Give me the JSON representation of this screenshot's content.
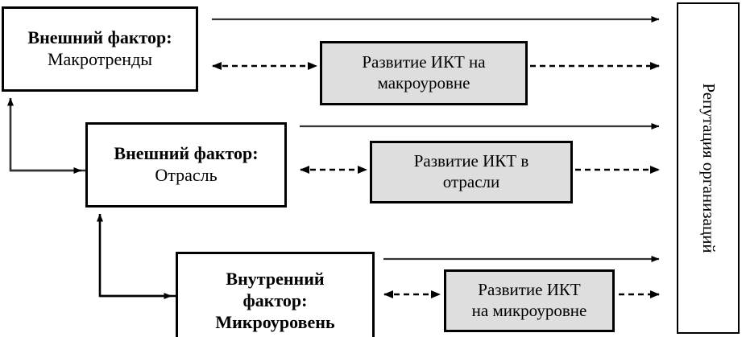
{
  "diagram": {
    "title_absent": true,
    "background_color": "#ffffff",
    "line_color": "#000000",
    "ict_box_fill": "#dedede",
    "factor_box_fill": "#ffffff",
    "nodes": {
      "factor_macro": {
        "line1": "Внешний фактор:",
        "line2": "Макротренды"
      },
      "factor_industry": {
        "line1": "Внешний фактор:",
        "line2": "Отрасль"
      },
      "factor_internal": {
        "line1": "Внутренний",
        "line2": "фактор:",
        "line3": "Микроуровень"
      },
      "ict_macro": {
        "line1": "Развитие ИКТ на",
        "line2": "макроуровне"
      },
      "ict_industry": {
        "line1": "Развитие ИКТ в",
        "line2": "отрасли"
      },
      "ict_micro": {
        "line1": "Развитие ИКТ",
        "line2": "на микроуровне"
      },
      "outcome": {
        "label": "Репутация организаций"
      }
    },
    "edges": [
      {
        "name": "macro-factor-to-outcome",
        "style": "solid",
        "direction": "one-way"
      },
      {
        "name": "macro-factor-to-ict-macro",
        "style": "dashed",
        "direction": "two-way"
      },
      {
        "name": "ict-macro-to-outcome",
        "style": "dashed",
        "direction": "one-way"
      },
      {
        "name": "industry-factor-to-outcome",
        "style": "solid",
        "direction": "one-way"
      },
      {
        "name": "industry-factor-to-ict-industry",
        "style": "dashed",
        "direction": "two-way"
      },
      {
        "name": "ict-industry-to-outcome",
        "style": "dashed",
        "direction": "one-way"
      },
      {
        "name": "internal-factor-to-outcome",
        "style": "solid",
        "direction": "one-way"
      },
      {
        "name": "internal-factor-to-ict-micro",
        "style": "dashed",
        "direction": "two-way"
      },
      {
        "name": "ict-micro-to-outcome",
        "style": "dashed",
        "direction": "one-way"
      },
      {
        "name": "industry-factor-to-macro-factor",
        "style": "solid",
        "direction": "one-way"
      },
      {
        "name": "internal-factor-to-industry-factor",
        "style": "solid",
        "direction": "one-way"
      }
    ]
  }
}
